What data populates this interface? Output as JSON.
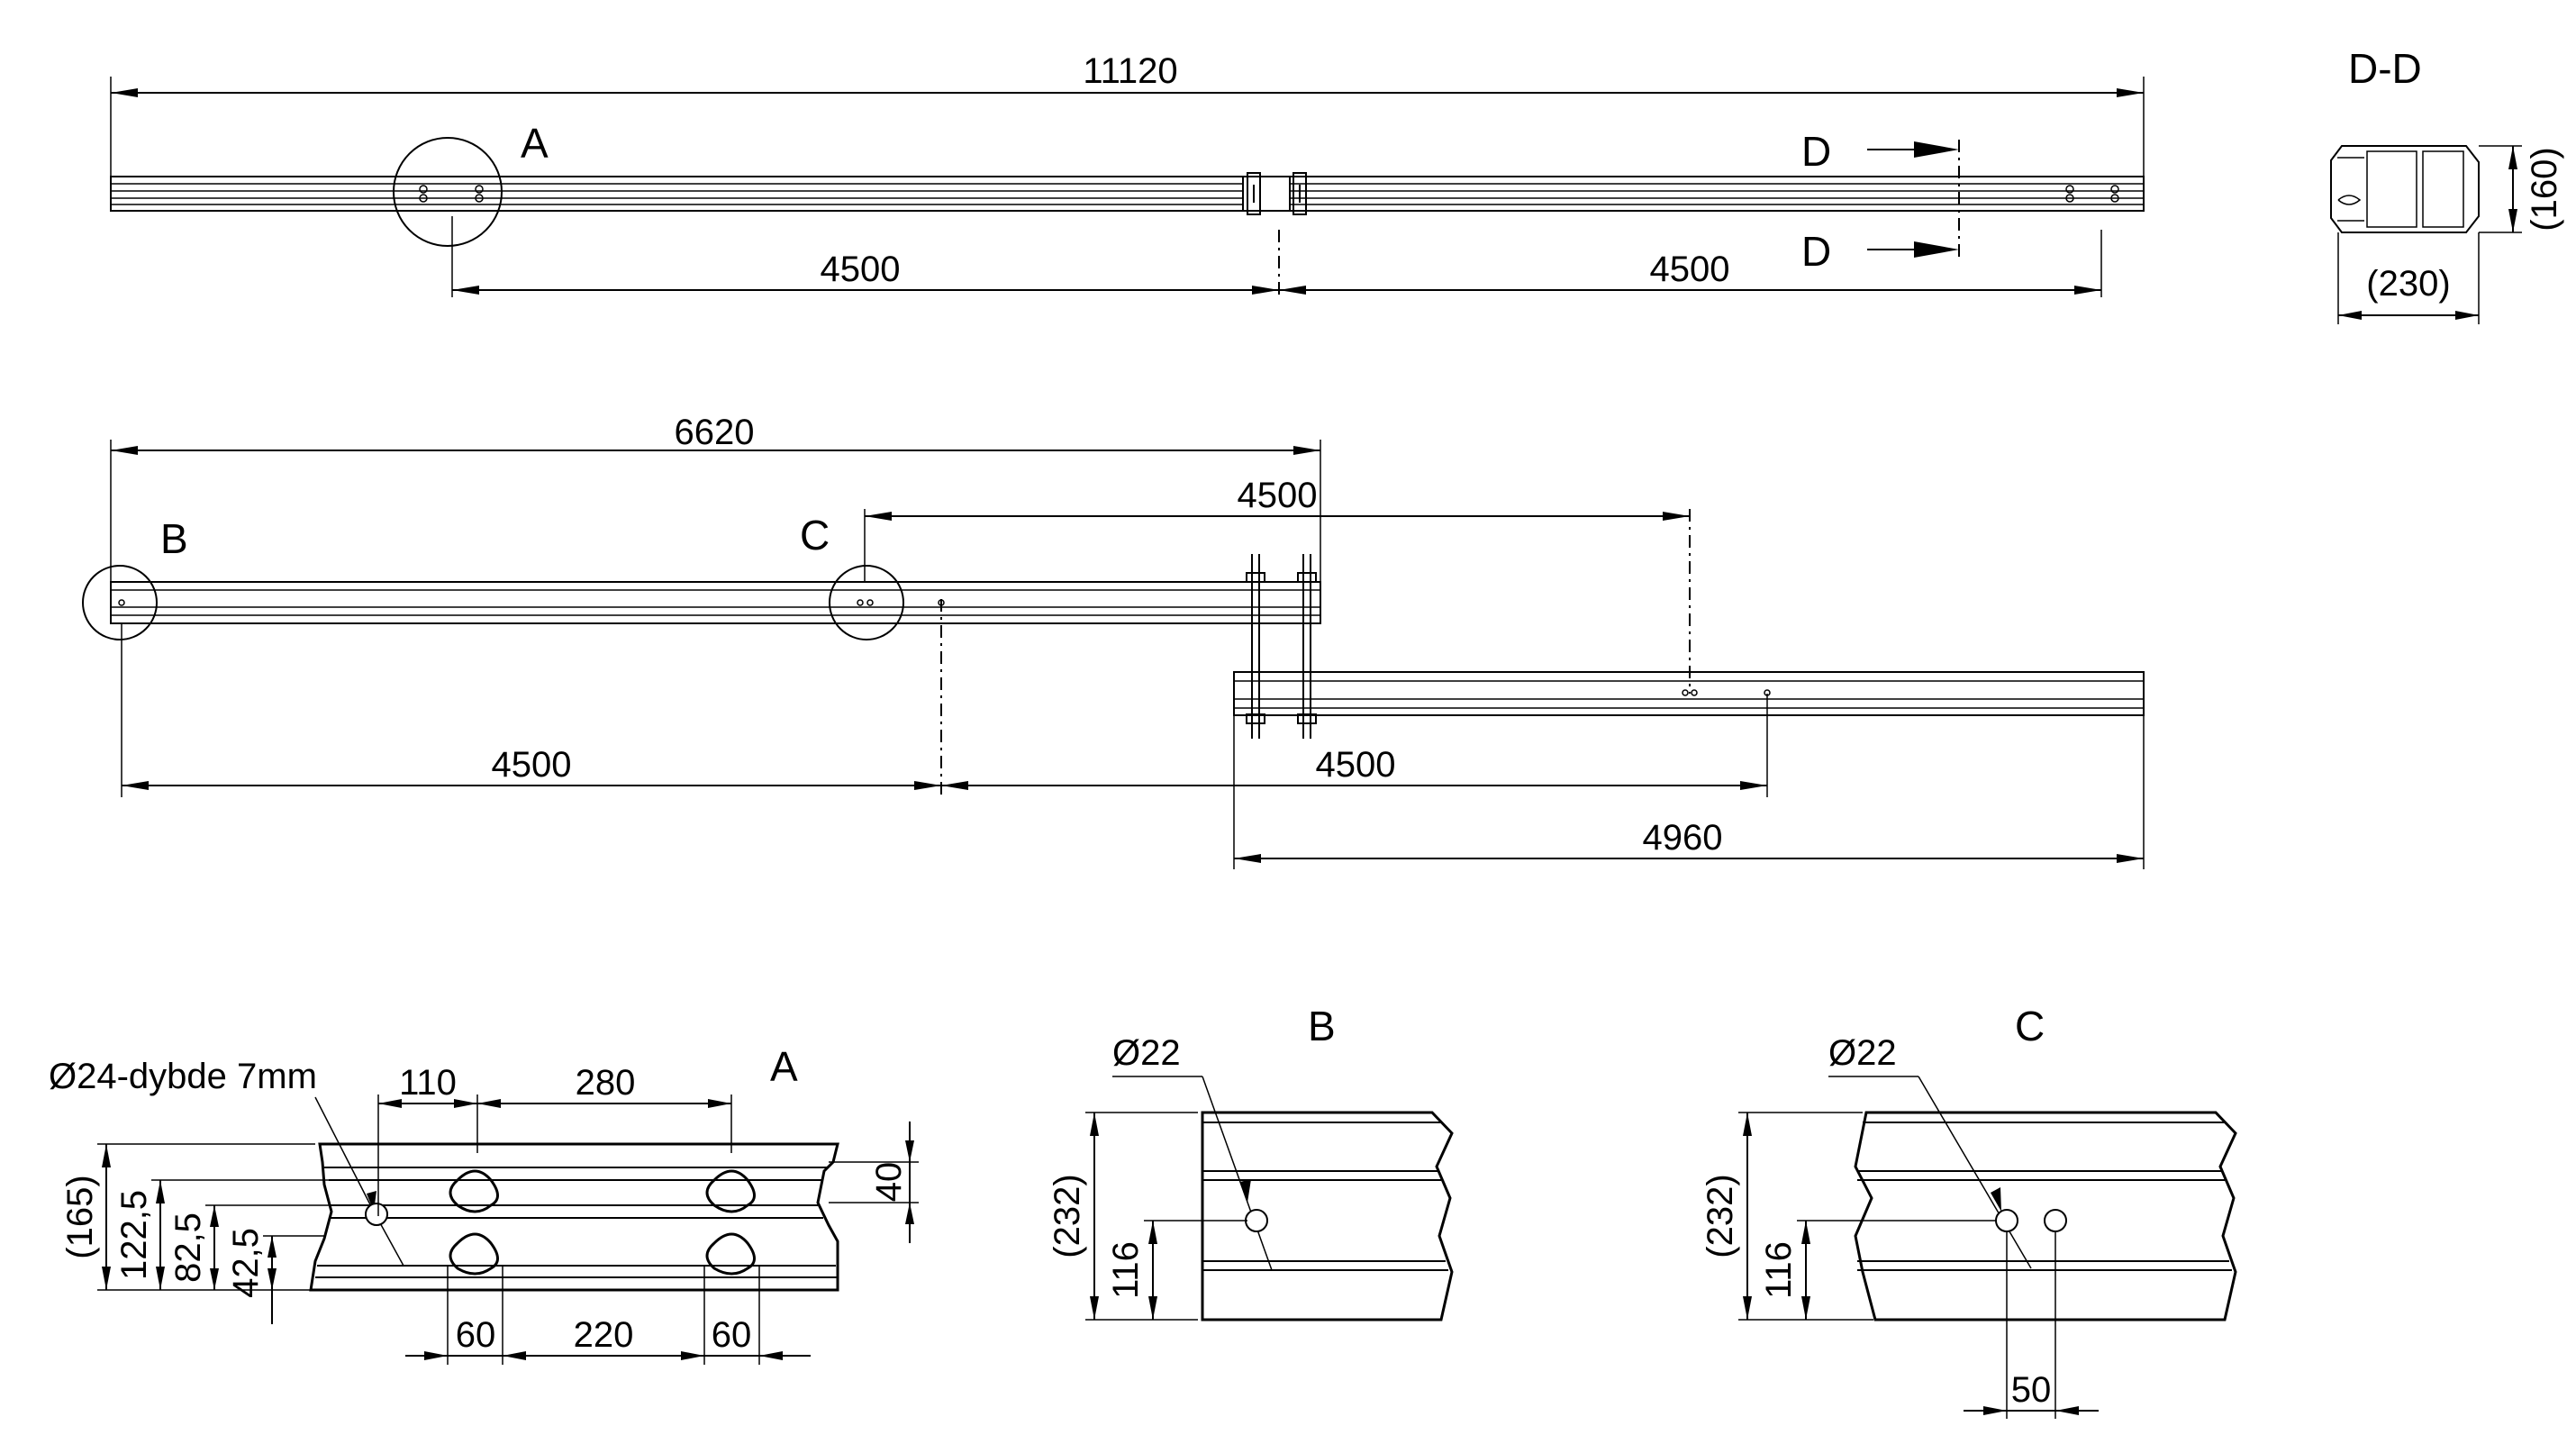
{
  "colors": {
    "line": "#000000",
    "background": "#ffffff"
  },
  "top_view": {
    "overall_length": "11120",
    "left_segment": "4500",
    "right_segment": "4500",
    "detail_a_label": "A",
    "section_mark_upper": "D",
    "section_mark_lower": "D"
  },
  "section_dd": {
    "title": "D-D",
    "height": "(160)",
    "width": "(230)"
  },
  "middle_view": {
    "overall_length": "6620",
    "offset_length": "4500",
    "detail_b_label": "B",
    "detail_c_label": "C",
    "lower_left_segment": "4500",
    "lower_right_segment": "4500",
    "beam_length": "4960"
  },
  "detail_a": {
    "title": "A",
    "hole_note": "Ø24-dybde 7mm",
    "dim_110": "110",
    "dim_280": "280",
    "dim_165": "(165)",
    "dim_1225": "122,5",
    "dim_825": "82,5",
    "dim_425": "42,5",
    "dim_40": "40",
    "dim_60_left": "60",
    "dim_220": "220",
    "dim_60_right": "60"
  },
  "detail_b": {
    "title": "B",
    "hole_note": "Ø22",
    "height": "(232)",
    "hole_height": "116"
  },
  "detail_c": {
    "title": "C",
    "hole_note": "Ø22",
    "height": "(232)",
    "hole_height": "116",
    "hole_spacing": "50"
  }
}
